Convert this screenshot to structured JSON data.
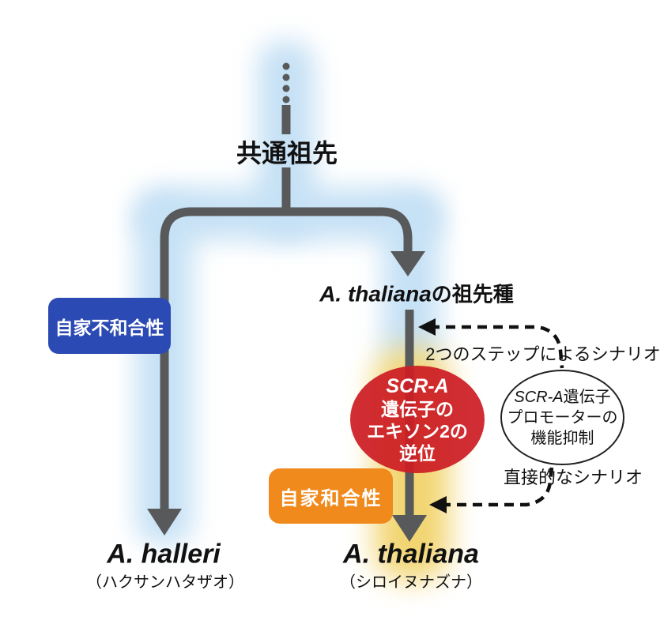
{
  "labels": {
    "common_ancestor": "共通祖先",
    "self_incompatibility": "自家不和合性",
    "self_compatibility": "自家和合性",
    "two_step_scenario": "2つのステップによるシナリオ",
    "direct_scenario": "直接的なシナリオ"
  },
  "ancestor_species": {
    "species": "A. thaliana",
    "suffix": "の祖先種"
  },
  "inversion_event": {
    "line1": "SCR-A",
    "line2": "遺伝子の",
    "line3": "エキソン2の",
    "line4": "逆位"
  },
  "promoter_event": {
    "gene_italic": "SCR-A",
    "gene_suffix": "遺伝子",
    "line2": "プロモーターの",
    "line3": "機能抑制"
  },
  "taxa": {
    "left": {
      "name": "A. halleri",
      "common_name": "（ハクサンハタザオ）"
    },
    "right": {
      "name": "A. thaliana",
      "common_name": "（シロイヌナズナ）"
    }
  },
  "colors": {
    "glow_blue": "#c6e1f5",
    "glow_yellow": "#f2d571",
    "tree_gray": "#58595b",
    "box_blue": "#2c4ab3",
    "box_orange": "#f08a1d",
    "ellipse_red": "#cc1d25",
    "dash_black": "#111111"
  }
}
